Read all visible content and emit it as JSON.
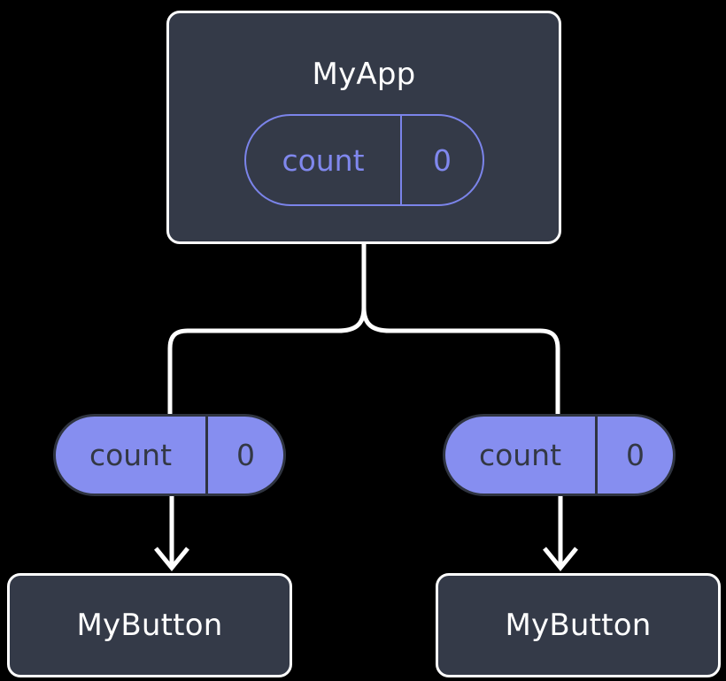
{
  "diagram": {
    "type": "widget-tree",
    "background_color": "#000000",
    "colors": {
      "node_fill": "#343a48",
      "node_border": "#ffffff",
      "node_text": "#ffffff",
      "pill_fill": "#868ef0",
      "pill_outline_border": "#7b84ea",
      "pill_outline_text": "#8088ee",
      "pill_filled_text": "#333844",
      "pill_filled_border": "#2f3440",
      "edge_color": "#ffffff"
    },
    "root": {
      "id": "myapp",
      "label": "MyApp",
      "state": {
        "key": "count",
        "value": "0"
      }
    },
    "children": [
      {
        "id": "mybutton-left",
        "label": "MyButton",
        "prop": {
          "key": "count",
          "value": "0"
        }
      },
      {
        "id": "mybutton-right",
        "label": "MyButton",
        "prop": {
          "key": "count",
          "value": "0"
        }
      }
    ],
    "edges": [
      {
        "from": "myapp",
        "to": "prop-left",
        "style": "branch"
      },
      {
        "from": "myapp",
        "to": "prop-right",
        "style": "branch"
      },
      {
        "from": "prop-left",
        "to": "mybutton-left",
        "style": "arrow"
      },
      {
        "from": "prop-right",
        "to": "mybutton-right",
        "style": "arrow"
      }
    ]
  }
}
